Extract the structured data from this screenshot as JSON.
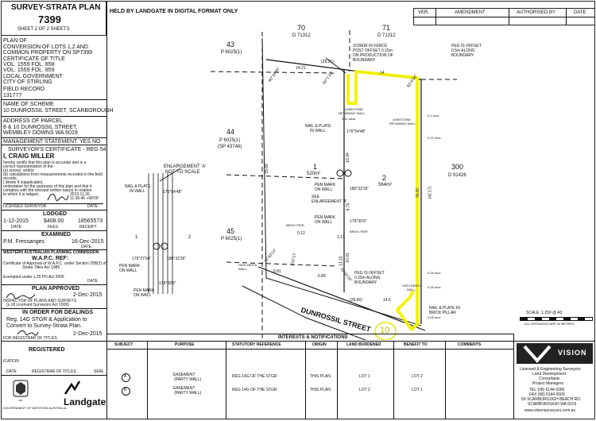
{
  "header": {
    "title": "SURVEY-STRATA PLAN",
    "plan_no": "7399",
    "sheet": "SHEET 2 OF 2 SHEETS",
    "held": "HELD BY LANDGATE IN DIGITAL FORMAT ONLY",
    "ver": "VER.",
    "amendment": "AMENDMENT",
    "authorised": "AUTHORISED BY",
    "date": "DATE"
  },
  "left_panel": {
    "plan_of_label": "PLAN OF",
    "plan_of": [
      "CONVERSION OF LOTS 1,2 AND",
      "COMMON PROPERTY ON SP7399"
    ],
    "cot_label": "CERTIFICATE OF TITLE",
    "cot": [
      "VOL. 1559  FOL. 858",
      "VOL. 1559  FOL. 859"
    ],
    "lg_label": "LOCAL GOVERNMENT",
    "lg": "CITY OF STIRLING",
    "fr_label": "FIELD RECORD",
    "fr": "131777",
    "scheme_label": "NAME OF SCHEME",
    "scheme": "10 DUNROSSIL STREET, SCARBOROUGH",
    "addr_label": "ADDRESS OF PARCEL",
    "addr": [
      "8 & 10 DUNROSSIL STREET,",
      "WEMBLEY DOWNS WA 6019"
    ],
    "mgmt": "MANAGEMENT STATEMENT",
    "mgmt_val": "YES  NO",
    "surveyor_label": "SURVEYOR'S CERTIFICATE - REG 54",
    "surveyor": "I, CRAIG MILLER",
    "cert_text": [
      "hereby certify that this plan is accurate and is a",
      "correct representation of the -",
      "(a) survey; and/or",
      "(b) calculations from measurements recorded in the field",
      "records,",
      "[ delete if inapplicable]",
      "undertaken for the purposes of this plan and that it",
      "complies with the relevant written law(s) in relation",
      "to which it is lodged."
    ],
    "cert_date": "2015.11.26",
    "cert_time": "11:36:46 +08'00'",
    "licensed": "LICENSED SURVEYOR",
    "sig_date": "DATE",
    "lodged": "LODGED",
    "lodged_date": "1-12-2015",
    "lodged_fee": "$408.00",
    "lodged_no": "18565573",
    "lodged_cols": [
      "DATE",
      "FEES",
      "RECEIPT"
    ],
    "examined": "EXAMINED",
    "exam_name": "P.M. Fressanges",
    "exam_date": "16-Dec-2015",
    "exam_cols": [
      "",
      "DATE"
    ],
    "wapc_title": "WESTERN AUSTRALIAN PLANNING COMMISSION",
    "wapc_ref": "W.A.P.C. REF:",
    "wapc_text": [
      "Certificate of Approval of W.A.P.C. under Section 25B(2) of",
      "Strata Titles Act 1985"
    ],
    "wapc_note": "Exempted under s.25 PD Act 2005",
    "wapc_sig_date": "DATE",
    "plan_approved": "PLAN APPROVED",
    "plan_approved_date": "2-Dec-2015",
    "inspector": "INSPECTOR OF PLANS AND SURVEYS",
    "inspector_sub": "(s.18 Licensed Surveyors Act 1909)",
    "dealings": "IN ORDER FOR DEALINGS",
    "dealings_text": [
      "Reg. 14G STGR & Application to",
      "Convert to Survey-Strata Plan."
    ],
    "dealings_date": "2-Dec-2015",
    "registrar_label": "FOR REGISTRAR OF TITLES",
    "registered": "REGISTERED",
    "reg_note": "ICATION",
    "reg_cols": [
      "DATE",
      "REGISTRAR OF TITLES",
      "SEAL"
    ],
    "landgate": "Landgate",
    "gov": "GOVERNMENT OF WESTERN AUSTRALIA"
  },
  "plan": {
    "lots": [
      {
        "id": "43",
        "ref": "P 6025(1)"
      },
      {
        "id": "70",
        "ref": "D 71312"
      },
      {
        "id": "71",
        "ref": "D 71312"
      },
      {
        "id": "44",
        "ref": "P 6025(1)",
        "ref2": "(SP 43746)"
      },
      {
        "id": "300",
        "ref": "D 91426"
      },
      {
        "id": "45",
        "ref": "P 6025(1)"
      }
    ],
    "lot1": "1",
    "lot1_area": "520m²",
    "lot2": "2",
    "lot2_area": "564m²",
    "labels": {
      "screw": [
        "SCREW IN FENCE",
        "POST OFFSET 0.15m",
        "ON PRODUCTION OF",
        "BOUNDARY"
      ],
      "peg_top": [
        "PEG IS OFFSET",
        "0.5m ALONG",
        "BOUNDARY"
      ],
      "limestone1": [
        "LIMESTONE",
        "RETAINING WALL"
      ],
      "limestone2": [
        "LIMESTONE",
        "RETAINING WALL"
      ],
      "nail_plate_wall": [
        "NAIL & PLATE",
        "IN WALL"
      ],
      "pen_mark1": [
        "PEN MARK",
        "ON WALL"
      ],
      "see_enl": [
        "SEE",
        "ENLARGEMENT 'A'"
      ],
      "pen_mark2": [
        "PEN MARK",
        "ON WALL"
      ],
      "brick_pier1": "BRICK PIER",
      "brick_pier2": "BRICK PIER",
      "high_brick1": [
        "HIGH BRICK",
        "WALL"
      ],
      "high_brick2": [
        "HIGH BRICK",
        "WALL"
      ],
      "peg_bottom": [
        "PEG IS OFFSET",
        "0.25m ALONG",
        "BOUNDARY"
      ],
      "nail_pillar": [
        "NAIL & PLATE IN",
        "BRICK PILLAR"
      ],
      "street": "DUNROSSIL  STREET",
      "street_no": "10"
    },
    "dims": {
      "d1": "14.21",
      "d2": "(28.21)",
      "d3": "14",
      "d4": "35.69",
      "d5": "10.34",
      "d6": "9.75",
      "d7": "6.81",
      "d8": "6.89",
      "d9": "(28.66)",
      "d10": "14.5",
      "d11": "41.87",
      "d12": "(42.17)",
      "d13": "0.15",
      "d14": "11.15",
      "d15": "10.91",
      "d16": "3.17",
      "d17": "0.12",
      "b1": "90°18'45\"",
      "b2": "93°1'33\"",
      "b3": "93°4'34\"",
      "b4": "176°54'48\"",
      "b5": "180°32'26\"",
      "b6": "179°39'9\"",
      "b7": "270°17'",
      "b8": "70°43'14\"",
      "b9": "70°45'10\"",
      "o1": "0.11 clear",
      "o2": "0.1 encr.",
      "o3": "0.27 encr.",
      "o4": "0.25 encr.",
      "o5": "0.26 encr.",
      "o6": "0.05 encr."
    },
    "enlargement": {
      "title": "ENLARGEMENT 'A'",
      "sub": "NOT TO SCALE",
      "nail": [
        "NAIL & PLATE",
        "IN WALL"
      ],
      "pen1": [
        "PEN MARK",
        "ON WALL"
      ],
      "pen2": [
        "PEN MARK",
        "ON WALL"
      ],
      "b1": "176°54'48\"",
      "b2": "179°27'54\"",
      "b3": "180°32'26\"",
      "b4": "179°39'9\"",
      "lot_a": "1",
      "lot_b": "2"
    },
    "scale": "SCALE: 1:250 @ A3",
    "scale_note": "ALL DISTANCES ARE IN METRES"
  },
  "interests": {
    "title": "INTERESTS & NOTIFICATIONS",
    "headers": [
      "SUBJECT",
      "PURPOSE",
      "STATUTORY REFERENCE",
      "ORIGIN",
      "LAND BURDENED",
      "BENEFIT TO",
      "COMMENTS"
    ],
    "rows": [
      {
        "subject": "A",
        "purpose": [
          "EASEMENT",
          "(PARTY WALL)"
        ],
        "ref": "REG 14G OF THE STGR",
        "origin": "THIS PLAN",
        "burdened": "LOT 1",
        "benefit": "LOT 2",
        "comments": ""
      },
      {
        "subject": "B",
        "purpose": [
          "EASEMENT",
          "(PARTY WALL)"
        ],
        "ref": "REG 14G OF THE STGR",
        "origin": "THIS PLAN",
        "burdened": "LOT 2",
        "benefit": "LOT 1",
        "comments": ""
      }
    ]
  },
  "firm": {
    "name": "VISION",
    "lines": [
      "Licensed & Engineering Surveyors",
      "Land Development",
      "Consultants",
      "Project Managers",
      "TEL (08) 6144 0000",
      "FAX (08) 6144 0009",
      "59 SCARBOROUGH BEACH RD,",
      "SCARBOROUGH WA 6019",
      "www.visionsurveyors.com.au"
    ]
  },
  "colors": {
    "highlight": "#f2f200",
    "circle": "#e6e600",
    "ink": "#111111"
  }
}
